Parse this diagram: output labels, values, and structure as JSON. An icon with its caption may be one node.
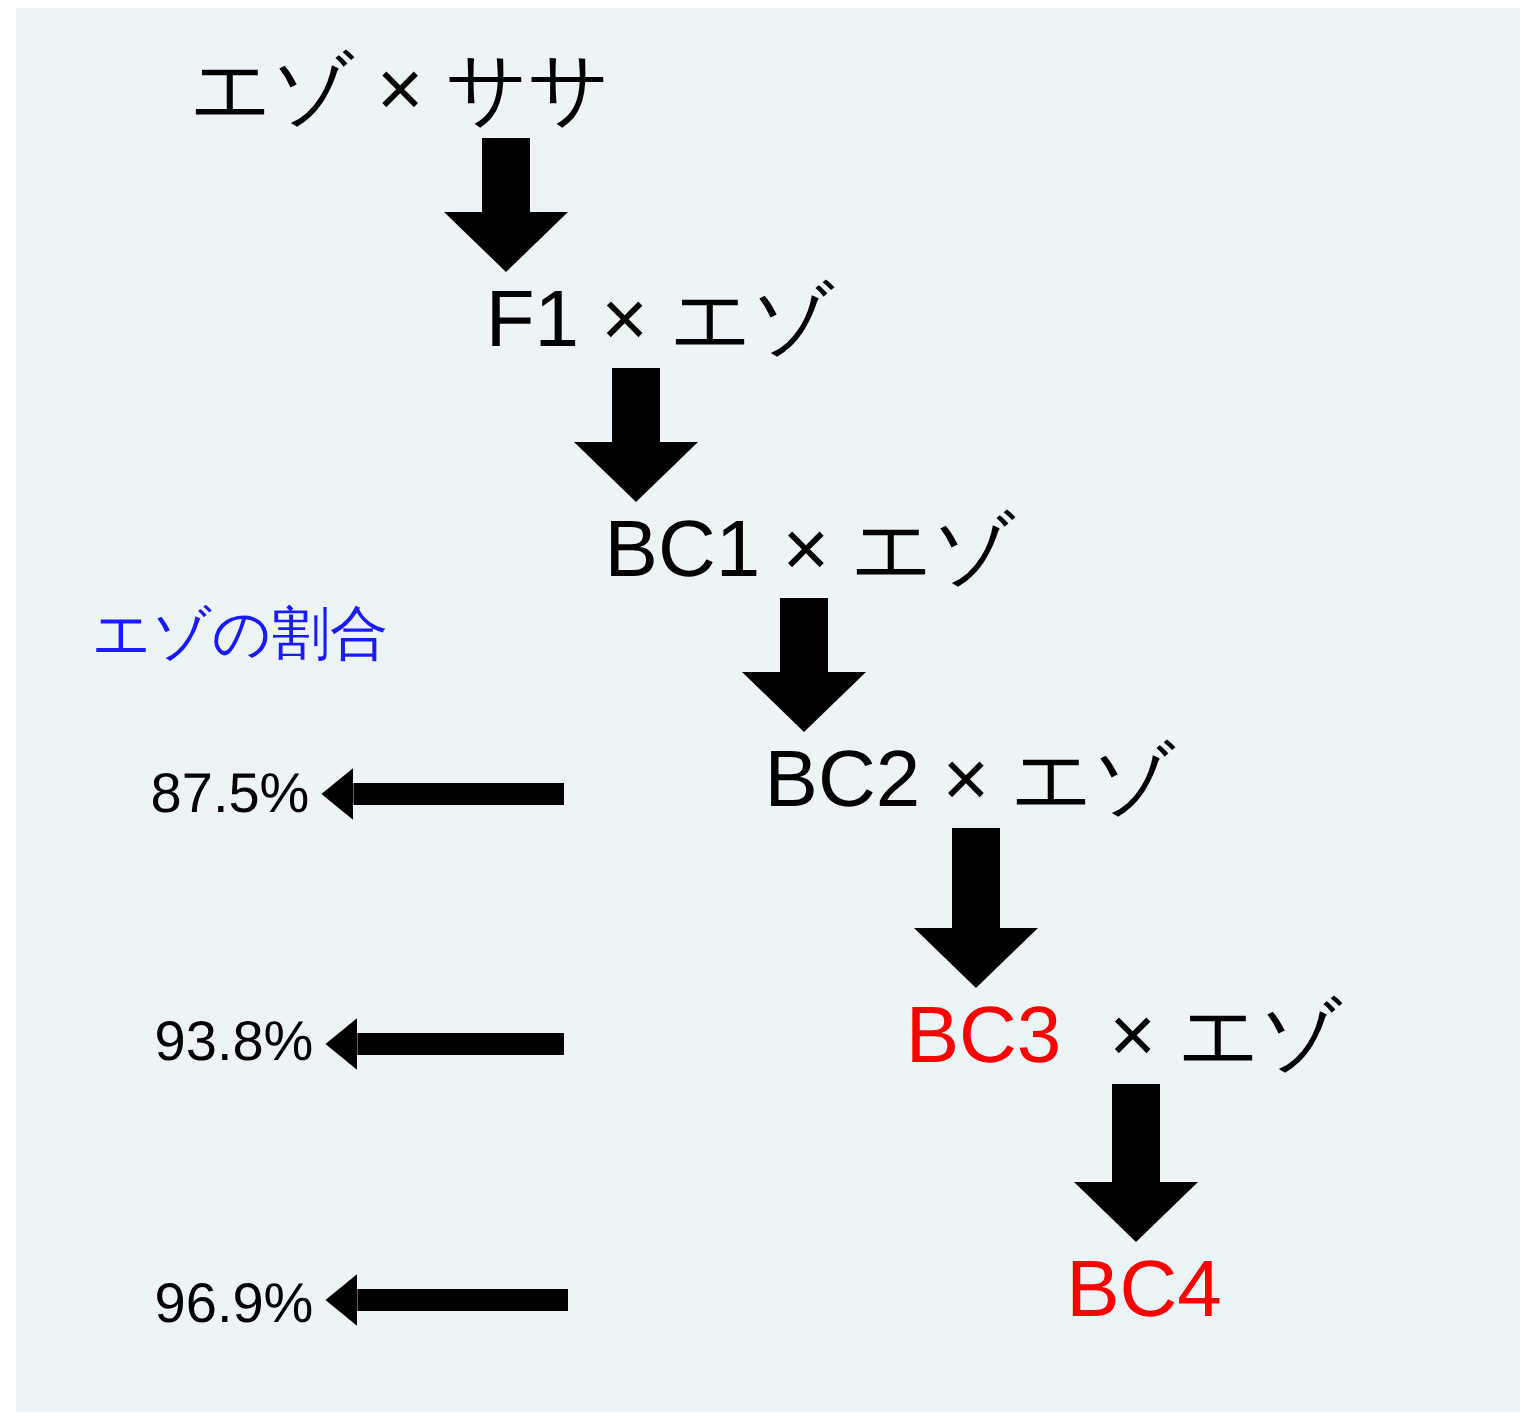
{
  "diagram": {
    "nodes": [
      {
        "text": [
          "エゾ × ササ"
        ]
      },
      {
        "text": [
          "F1 × エゾ"
        ]
      },
      {
        "text": [
          "BC1 × エゾ"
        ]
      },
      {
        "text": [
          "BC2 × エゾ"
        ]
      },
      {
        "text": [
          "BC3",
          "× エゾ"
        ]
      },
      {
        "text": [
          "BC4"
        ]
      },
      {
        "text": [
          "87.5%"
        ]
      },
      {
        "text": [
          "93.8%"
        ]
      },
      {
        "text": [
          "96.9%"
        ]
      }
    ],
    "edges": [
      {
        "from": 0,
        "to": 1,
        "arrow": "to"
      },
      {
        "from": 1,
        "to": 2,
        "arrow": "to"
      },
      {
        "from": 2,
        "to": 3,
        "arrow": "to"
      },
      {
        "from": 3,
        "to": 4,
        "arrow": "to"
      },
      {
        "from": 4,
        "to": 5,
        "arrow": "to"
      },
      {
        "from": null,
        "to": 6,
        "arrow": "to"
      },
      {
        "from": null,
        "to": 7,
        "arrow": "to"
      },
      {
        "from": null,
        "to": 8,
        "arrow": "to"
      }
    ],
    "labels": [
      "エゾの割合"
    ]
  }
}
